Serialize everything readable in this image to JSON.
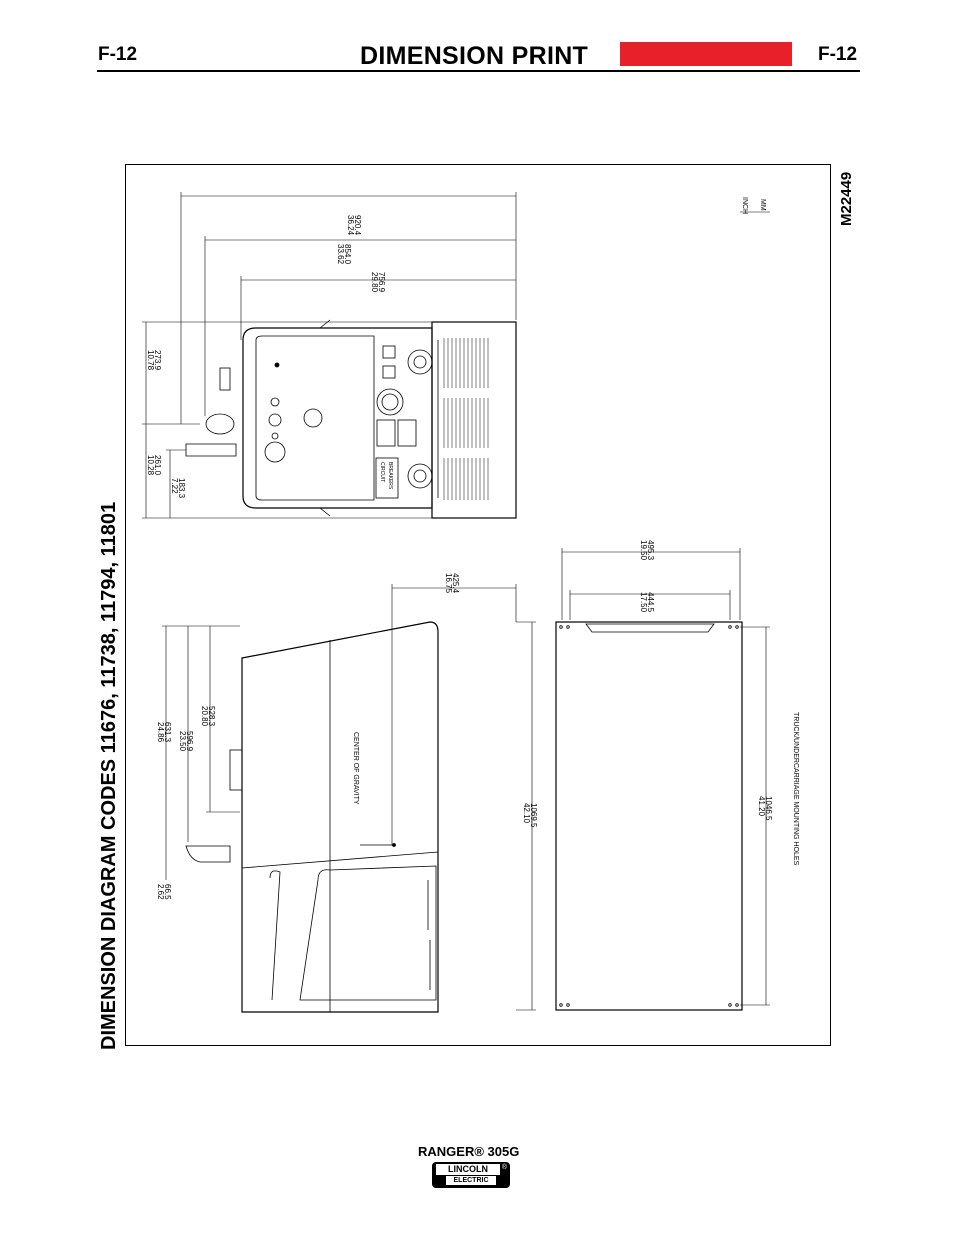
{
  "header": {
    "page_left": "F-12",
    "title": "DIMENSION PRINT",
    "page_right": "F-12",
    "tab_color": "#e8202a"
  },
  "side_title": "DIMENSION DIAGRAM CODES 11676, 11738, 11794, 11801",
  "drawing_id": "M22449",
  "units": {
    "top": "INCH",
    "bottom": "MM"
  },
  "top_view": {
    "dims": {
      "d1": {
        "in": "36.24",
        "mm": "920.4"
      },
      "d2": {
        "in": "33.62",
        "mm": "854.0"
      },
      "d3": {
        "in": "29.80",
        "mm": "756.9"
      },
      "d4": {
        "in": "10.78",
        "mm": "273.9"
      },
      "d5": {
        "in": "10.28",
        "mm": "261.0"
      },
      "d6": {
        "in": "7.22",
        "mm": "183.3"
      }
    },
    "breaker_label_1": "CIRCUIT",
    "breaker_label_2": "BREAKERS"
  },
  "side_view": {
    "dims": {
      "d1": {
        "in": "24.86",
        "mm": "631.3"
      },
      "d2": {
        "in": "23.50",
        "mm": "596.9"
      },
      "d3": {
        "in": "20.80",
        "mm": "528.3"
      },
      "d4": {
        "in": "2.62",
        "mm": "66.5"
      },
      "d5": {
        "in": "16.75",
        "mm": "425.4"
      },
      "d6": {
        "in": "42.10",
        "mm": "1069.5"
      }
    },
    "cog_label": "CENTER OF GRAVITY"
  },
  "base_view": {
    "dims": {
      "d1": {
        "in": "19.50",
        "mm": "495.3"
      },
      "d2": {
        "in": "17.50",
        "mm": "444.5"
      },
      "d3": {
        "in": "41.20",
        "mm": "1046.5"
      }
    },
    "holes_label": "TRUCK/UNDERCARRIAGE MOUNTING HOLES"
  },
  "footer": {
    "product": "RANGER® 305G",
    "logo_top": "LINCOLN",
    "logo_bottom": "ELECTRIC",
    "logo_reg": "®"
  }
}
